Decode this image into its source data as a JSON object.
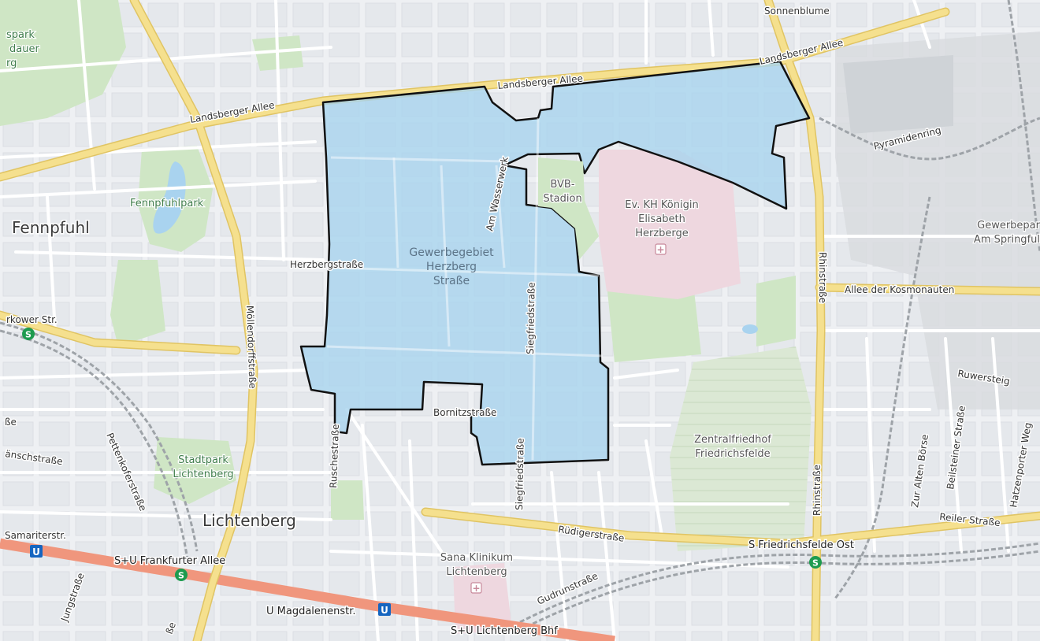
{
  "map": {
    "colors": {
      "background": "#eef0f3",
      "block": "#e3e6ea",
      "minor_road": "#ffffff",
      "major_road": "#f5e08e",
      "major_road_casing": "#e0c463",
      "park": "#cfe6c5",
      "cemetery": "#dbe8d4",
      "hospital": "#eed7df",
      "industrial": "#d9dcdf",
      "water": "#a9d3ef",
      "rail": "#9ea3a8",
      "ubahn_line": "#f0967d",
      "highlight_fill": "#a9d4ee",
      "highlight_border": "#111111",
      "sbahn_icon": "#1e9b4f",
      "ubahn_icon": "#1565c0"
    },
    "highlight_area": {
      "name_line1": "Gewerbegebiet",
      "name_line2": "Herzberg",
      "name_line3": "Straße"
    },
    "districts": {
      "fennpfuhl": "Fennpfuhl",
      "lichtenberg": "Lichtenberg"
    },
    "parks": {
      "fennpfuhlpark": "Fennpfuhlpark",
      "stadtpark_1": "Stadtpark",
      "stadtpark_2": "Lichtenberg",
      "zentralfriedhof_1": "Zentralfriedhof",
      "zentralfriedhof_2": "Friedrichsfelde",
      "park_top_left_1": "spark",
      "park_top_left_2": "dauer",
      "park_top_left_3": "rg"
    },
    "pois": {
      "bvb_1": "BVB-",
      "bvb_2": "Stadion",
      "hospital_1": "Ev. KH Königin",
      "hospital_2": "Elisabeth",
      "hospital_3": "Herzberge",
      "sana_1": "Sana Klinikum",
      "sana_2": "Lichtenberg",
      "gewerbe_1": "Gewerbepar",
      "gewerbe_2": "Am Springful"
    },
    "streets": {
      "landsberger_allee_1": "Landsberger Allee",
      "landsberger_allee_2": "Landsberger Allee",
      "landsberger_allee_3": "Landsberger Allee",
      "sonnenblume": "Sonnenblume",
      "pyramidenring": "Pyramidenring",
      "herzbergstrasse": "Herzbergstraße",
      "am_wasserwerk": "Am Wasserwerk",
      "siegfriedstrasse_1": "Siegfriedstraße",
      "siegfriedstrasse_2": "Siegfriedstraße",
      "rhinstrasse_1": "Rhinstraße",
      "rhinstrasse_2": "Rhinstraße",
      "allee_der_kosmonauten": "Allee der Kosmonauten",
      "moellendorffstrasse": "Möllendorffstraße",
      "rkower_str": "rkower Str.",
      "bornitzstrasse": "Bornitzstraße",
      "ruschestrasse": "Ruschestraße",
      "ruwersteig": "Ruwersteig",
      "zur_alten_boerse": "Zur Alten Börse",
      "beilsteiner_strasse": "Beilsteiner Straße",
      "hatzenporter_weg": "Hatzenporter Weg",
      "reiler_strasse": "Reiler Straße",
      "ruedigerstrasse": "Rüdigerstraße",
      "gudrunstrasse": "Gudrunstraße",
      "pettenkoferstrasse": "Pettenkoferstraße",
      "baenschstrasse": "änschstraße",
      "sse": "ße",
      "jungstrasse": "Jungstraße",
      "samariterstr": "Samariterstr.",
      "se_bottom": "ße"
    },
    "stations": {
      "frankfurter_allee": "S+U Frankfurter Allee",
      "magdalenenstr": "U Magdalenenstr.",
      "lichtenberg_bhf": "S+U Lichtenberg Bhf",
      "friedrichsfelde_ost": "S Friedrichsfelde Ost"
    },
    "icons": {
      "s": "S",
      "u": "U",
      "hospital_cross": "+"
    }
  }
}
